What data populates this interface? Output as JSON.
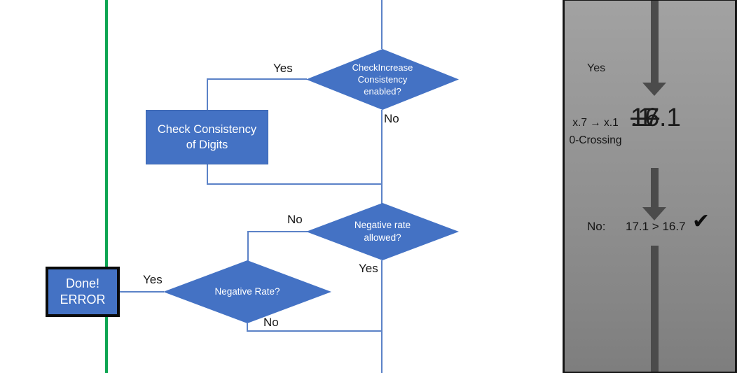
{
  "colors": {
    "shape_blue": "#4472C4",
    "connector_blue": "#5B82C7",
    "green_line": "#0EA552",
    "panel_gray_top": "#A2A2A2",
    "panel_gray_bottom": "#7E7E7E",
    "arrow_gray": "#4B4B4B",
    "shape_text": "#FFFFFF",
    "label_text": "#161616"
  },
  "flowchart": {
    "decision_check_increase": {
      "lines": [
        "CheckIncrease",
        "Consistency",
        "enabled?"
      ],
      "yes_label": "Yes",
      "no_label": "No"
    },
    "process_check_consistency": {
      "lines": [
        "Check Consistency",
        "of Digits"
      ]
    },
    "decision_negative_rate_allowed": {
      "lines": [
        "Negative rate",
        "allowed?"
      ],
      "no_label": "No",
      "yes_label": "Yes"
    },
    "decision_negative_rate": {
      "label": "Negative Rate?",
      "yes_label": "Yes",
      "no_label": "No"
    },
    "terminator_done_error": {
      "lines": [
        "Done!",
        "ERROR"
      ]
    }
  },
  "side_panel": {
    "yes_label": "Yes",
    "rule_line1": "x.7 → x.1",
    "rule_line2": "0-Crossing",
    "old_value_struck": "16",
    "old_value_tail": ".1",
    "new_value": "17.1",
    "result_label": "No:",
    "comparison": "17.1 > 16.7",
    "checkmark": "✔"
  }
}
